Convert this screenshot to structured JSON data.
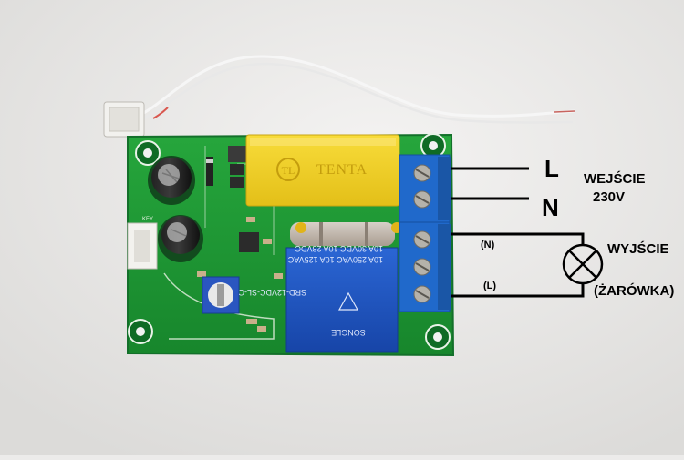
{
  "labels": {
    "line": "L",
    "neutral": "N",
    "input_title": "WEJŚCIE",
    "input_voltage": "230V",
    "output_neutral": "(N)",
    "output_line": "(L)",
    "output_title": "WYJŚCIE",
    "output_subtitle": "(ŻARÓWKA)"
  },
  "board_markings": {
    "capacitor_brand": "TENTA",
    "relay_model": "SRD-12VDC-SL-C",
    "relay_rating_1": "10A 250VAC  10A 125VAC",
    "relay_rating_2": "10A 30VDC  10A 28VDC",
    "relay_brand": "SONGLE",
    "key_label": "KEY"
  },
  "colors": {
    "pcb": "#1f9a36",
    "terminal_block": "#1f68c8",
    "relay": "#1d56c4",
    "capacitor_box": "#f2d22a",
    "background": "#ecebea"
  }
}
